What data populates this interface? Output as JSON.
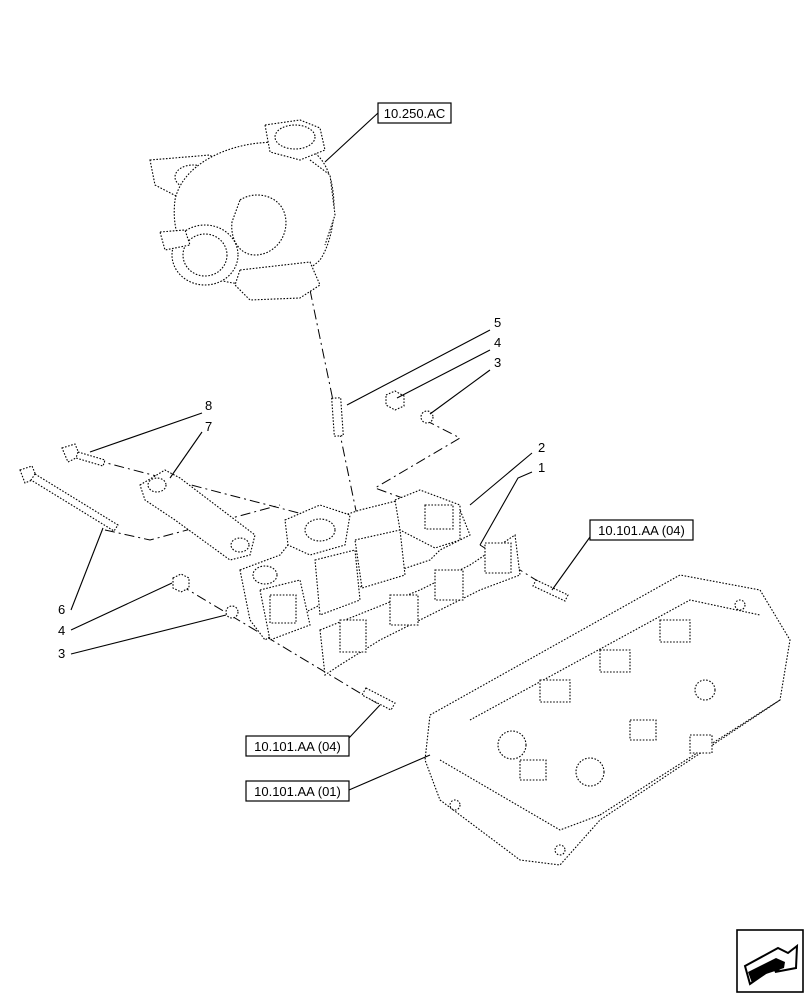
{
  "references": {
    "turbo": "10.250.AC",
    "stud_right": "10.101.AA (04)",
    "stud_bottom": "10.101.AA (04)",
    "cylinder_head": "10.101.AA (01)"
  },
  "callouts": {
    "c1": "1",
    "c2": "2",
    "c3_top": "3",
    "c4_top": "4",
    "c5": "5",
    "c6": "6",
    "c7": "7",
    "c8": "8",
    "c4_left": "4",
    "c3_left": "3"
  },
  "icons": {
    "corner": "next-page-arrow-icon"
  }
}
